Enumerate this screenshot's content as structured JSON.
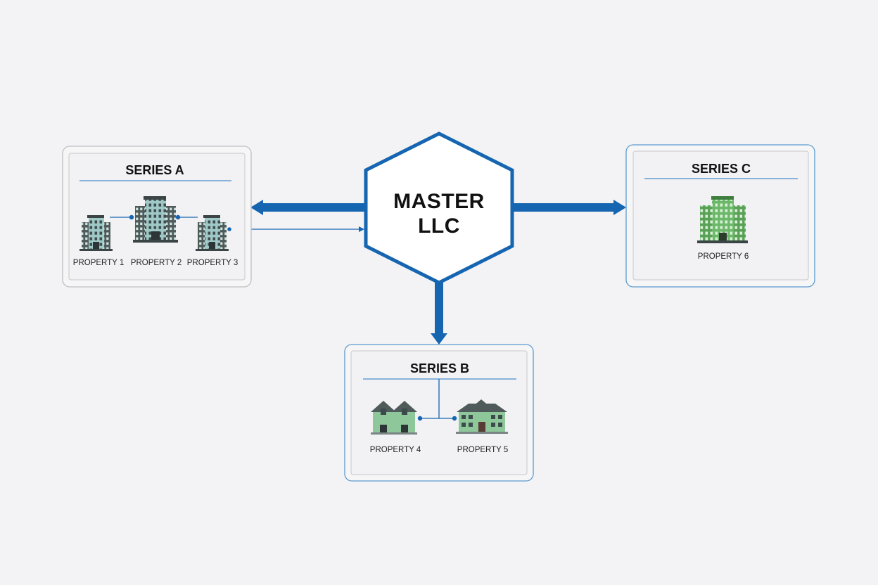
{
  "master": {
    "line1": "MASTER",
    "line2": "LLC"
  },
  "series_a": {
    "title": "SERIES A",
    "properties": [
      {
        "label": "PROPERTY 1",
        "icon": "office-building-icon"
      },
      {
        "label": "PROPERTY 2",
        "icon": "office-building-icon"
      },
      {
        "label": "PROPERTY 3",
        "icon": "office-building-icon"
      }
    ]
  },
  "series_b": {
    "title": "SERIES B",
    "properties": [
      {
        "label": "PROPERTY 4",
        "icon": "townhouse-icon"
      },
      {
        "label": "PROPERTY 5",
        "icon": "house-icon"
      }
    ]
  },
  "series_c": {
    "title": "SERIES C",
    "properties": [
      {
        "label": "PROPERTY 6",
        "icon": "office-building-icon"
      }
    ]
  },
  "colors": {
    "accent_blue": "#1565b0",
    "building_dark": "#4f5a5a",
    "building_teal": "#9fc9c6",
    "building_green": "#6cb86a",
    "house_green": "#8ec89a"
  }
}
